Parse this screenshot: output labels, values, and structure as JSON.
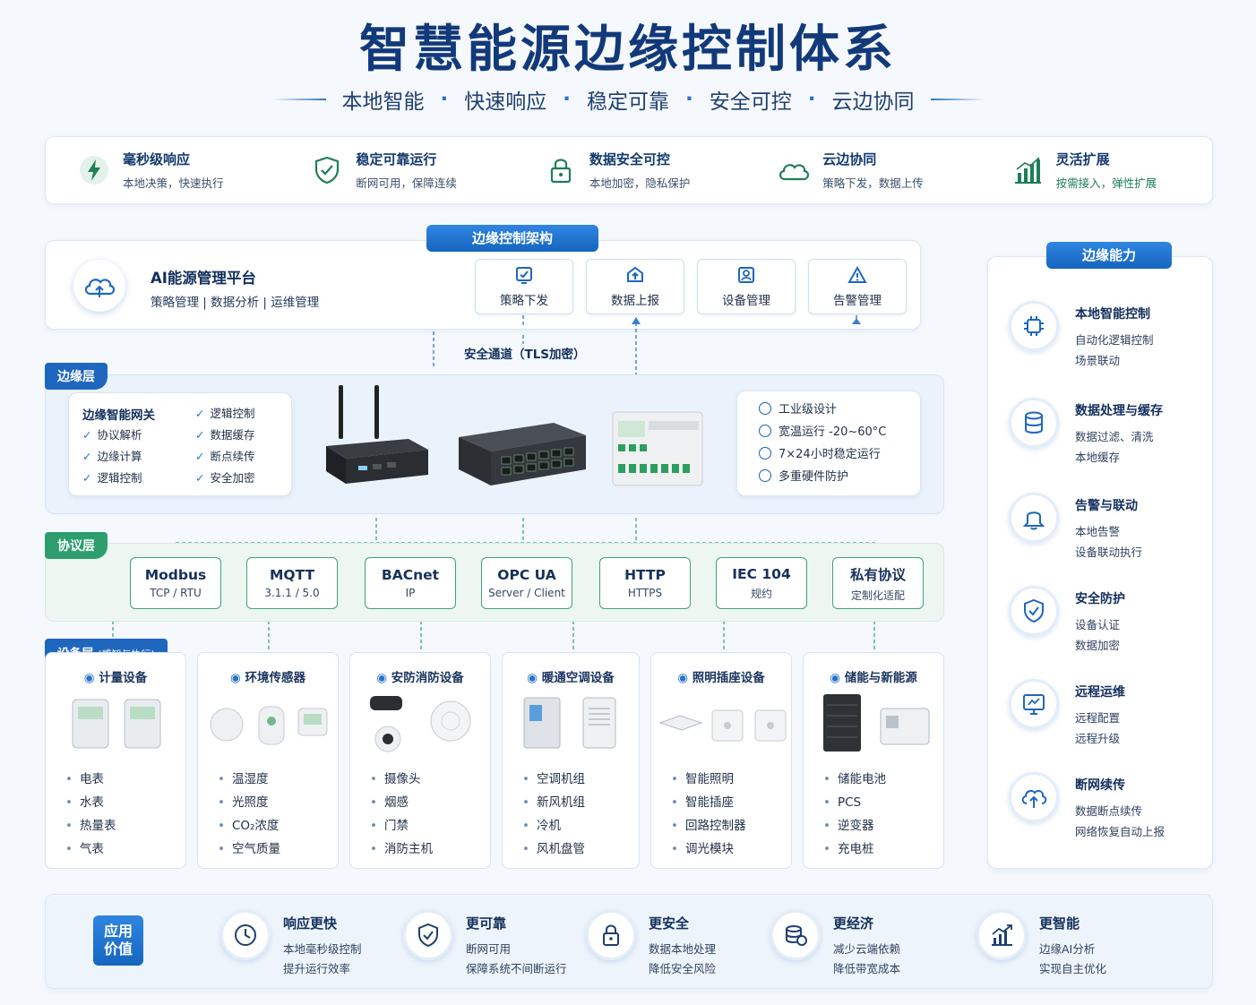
{
  "header": {
    "title": "智慧能源边缘控制体系",
    "subtitle": [
      "本地智能",
      "快速响应",
      "稳定可靠",
      "安全可控",
      "云边协同"
    ]
  },
  "features": [
    {
      "title": "毫秒级响应",
      "desc": "本地决策，快速执行",
      "icon": "lightning-icon"
    },
    {
      "title": "稳定可靠运行",
      "desc": "断网可用，保障连续",
      "icon": "shield-check-icon"
    },
    {
      "title": "数据安全可控",
      "desc": "本地加密，隐私保护",
      "icon": "lock-icon"
    },
    {
      "title": "云边协同",
      "desc": "策略下发，数据上传",
      "icon": "cloud-icon"
    },
    {
      "title": "灵活扩展",
      "desc": "按需接入，弹性扩展",
      "icon": "bar-chart-icon"
    }
  ],
  "architecture": {
    "label": "边缘控制架构",
    "platform": {
      "title": "AI能源管理平台",
      "desc": "策略管理 | 数据分析 | 运维管理"
    },
    "functions": [
      {
        "label": "策略下发",
        "icon": "policy-icon"
      },
      {
        "label": "数据上报",
        "icon": "upload-icon"
      },
      {
        "label": "设备管理",
        "icon": "device-manage-icon"
      },
      {
        "label": "告警管理",
        "icon": "alarm-icon"
      }
    ],
    "channel": "安全通道（TLS加密）"
  },
  "edge_layer": {
    "label": "边缘层",
    "gateway_title": "边缘智能网关",
    "gateway_left": [
      "协议解析",
      "边缘计算",
      "逻辑控制"
    ],
    "gateway_right": [
      "逻辑控制",
      "数据缓存",
      "断点续传",
      "安全加密"
    ],
    "specs": [
      "工业级设计",
      "宽温运行 -20~60°C",
      "7×24小时稳定运行",
      "多重硬件防护"
    ]
  },
  "protocol_layer": {
    "label": "协议层",
    "protocols": [
      {
        "name": "Modbus",
        "sub": "TCP / RTU"
      },
      {
        "name": "MQTT",
        "sub": "3.1.1 / 5.0"
      },
      {
        "name": "BACnet",
        "sub": "IP"
      },
      {
        "name": "OPC UA",
        "sub": "Server / Client"
      },
      {
        "name": "HTTP",
        "sub": "HTTPS"
      },
      {
        "name": "IEC 104",
        "sub": "规约"
      },
      {
        "name": "私有协议",
        "sub": "定制化适配"
      }
    ]
  },
  "device_layer": {
    "label": "设备层",
    "label_note": "(感知与执行)",
    "groups": [
      {
        "title": "计量设备",
        "items": [
          "电表",
          "水表",
          "热量表",
          "气表"
        ]
      },
      {
        "title": "环境传感器",
        "items": [
          "温湿度",
          "光照度",
          "CO₂浓度",
          "空气质量"
        ]
      },
      {
        "title": "安防消防设备",
        "items": [
          "摄像头",
          "烟感",
          "门禁",
          "消防主机"
        ]
      },
      {
        "title": "暖通空调设备",
        "items": [
          "空调机组",
          "新风机组",
          "冷机",
          "风机盘管"
        ]
      },
      {
        "title": "照明插座设备",
        "items": [
          "智能照明",
          "智能插座",
          "回路控制器",
          "调光模块"
        ]
      },
      {
        "title": "储能与新能源",
        "items": [
          "储能电池",
          "PCS",
          "逆变器",
          "充电桩"
        ]
      }
    ]
  },
  "capabilities": {
    "label": "边缘能力",
    "items": [
      {
        "title": "本地智能控制",
        "lines": [
          "自动化逻辑控制",
          "场景联动"
        ],
        "icon": "chip-icon"
      },
      {
        "title": "数据处理与缓存",
        "lines": [
          "数据过滤、清洗",
          "本地缓存"
        ],
        "icon": "database-icon"
      },
      {
        "title": "告警与联动",
        "lines": [
          "本地告警",
          "设备联动执行"
        ],
        "icon": "bell-icon"
      },
      {
        "title": "安全防护",
        "lines": [
          "设备认证",
          "数据加密"
        ],
        "icon": "shield-icon"
      },
      {
        "title": "远程运维",
        "lines": [
          "远程配置",
          "远程升级"
        ],
        "icon": "monitor-icon"
      },
      {
        "title": "断网续传",
        "lines": [
          "数据断点续传",
          "网络恢复自动上报"
        ],
        "icon": "cloud-upload-icon"
      }
    ]
  },
  "values": {
    "label_top": "应用",
    "label_bottom": "价值",
    "items": [
      {
        "title": "响应更快",
        "lines": [
          "本地毫秒级控制",
          "提升运行效率"
        ],
        "icon": "clock-icon"
      },
      {
        "title": "更可靠",
        "lines": [
          "断网可用",
          "保障系统不间断运行"
        ],
        "icon": "shield-check-icon"
      },
      {
        "title": "更安全",
        "lines": [
          "数据本地处理",
          "降低安全风险"
        ],
        "icon": "lock-icon"
      },
      {
        "title": "更经济",
        "lines": [
          "减少云端依赖",
          "降低带宽成本"
        ],
        "icon": "coins-icon"
      },
      {
        "title": "更智能",
        "lines": [
          "边缘AI分析",
          "实现自主优化"
        ],
        "icon": "growth-chart-icon"
      }
    ]
  },
  "colors": {
    "primary": "#1565c0",
    "green": "#2e9e6e",
    "dark": "#123a7a"
  }
}
